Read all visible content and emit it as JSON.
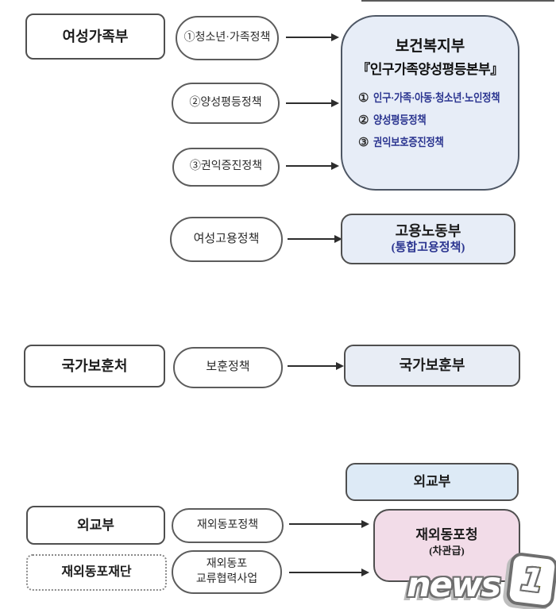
{
  "palette": {
    "light_blue_fill": "#e7edf7",
    "light_blue_fill_alt": "#ddeaf6",
    "pink_fill": "#f2dce8",
    "navy_text": "#2b3590",
    "border_gray": "#4f4f4f"
  },
  "section_gender": {
    "source": "여성가족부",
    "policies": [
      "①청소년·가족정책",
      "②양성평등정책",
      "③권익증진정책"
    ],
    "target": {
      "title": "보건복지부",
      "subtitle": "『인구가족양성평등본부』",
      "items": [
        {
          "num": "①",
          "text": "인구·가족·아동·청소년·노인정책"
        },
        {
          "num": "②",
          "text": "양성평등정책"
        },
        {
          "num": "③",
          "text": "권익보호증진정책"
        }
      ]
    },
    "employment_policy": "여성고용정책",
    "employment_target": {
      "title": "고용노동부",
      "subtitle": "(통합고용정책)"
    }
  },
  "section_veterans": {
    "source": "국가보훈처",
    "policy": "보훈정책",
    "target": "국가보훈부"
  },
  "section_foreign": {
    "target_mofa": "외교부",
    "source_mofa": "외교부",
    "policy_mofa": "재외동포정책",
    "source_foundation": "재외동포재단",
    "policy_foundation": [
      "재외동포",
      "교류협력사업"
    ],
    "target_agency": {
      "title": "재외동포청",
      "subtitle": "(차관급)"
    }
  },
  "watermark": {
    "word": "news",
    "digit": "1"
  }
}
